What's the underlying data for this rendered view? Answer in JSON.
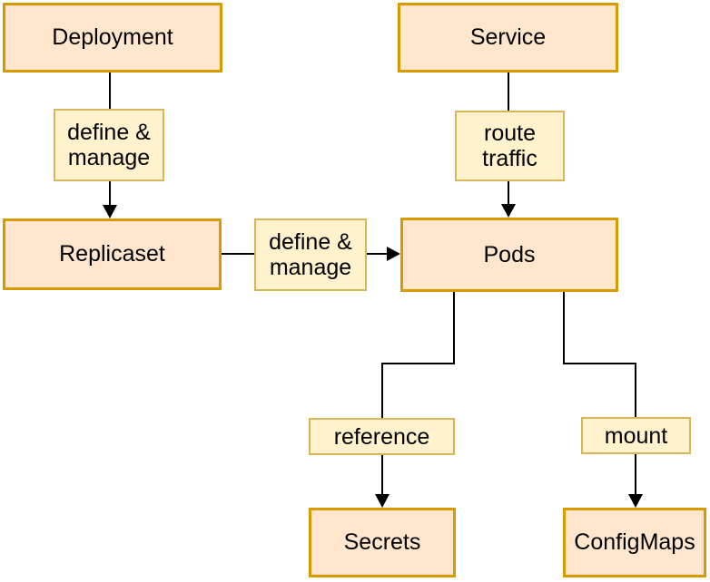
{
  "colors": {
    "node_fill": "#FFE6CC",
    "node_border": "#D79B00",
    "edge_label_fill": "#FFF2CC",
    "edge_label_border": "#D6B656",
    "connector": "#000000",
    "background": "#FFFFFF"
  },
  "nodes": {
    "deployment": {
      "label": "Deployment"
    },
    "service": {
      "label": "Service"
    },
    "replicaset": {
      "label": "Replicaset"
    },
    "pods": {
      "label": "Pods"
    },
    "secrets": {
      "label": "Secrets"
    },
    "configmaps": {
      "label": "ConfigMaps"
    }
  },
  "edge_labels": {
    "deployment_to_replicaset": {
      "text": "define &\nmanage"
    },
    "service_to_pods": {
      "text": "route\ntraffic"
    },
    "replicaset_to_pods": {
      "text": "define &\nmanage"
    },
    "pods_to_secrets": {
      "text": "reference"
    },
    "pods_to_configmaps": {
      "text": "mount"
    }
  },
  "edges": [
    {
      "from": "Deployment",
      "to": "Replicaset",
      "label": "define & manage",
      "direction": "down"
    },
    {
      "from": "Service",
      "to": "Pods",
      "label": "route traffic",
      "direction": "down"
    },
    {
      "from": "Replicaset",
      "to": "Pods",
      "label": "define & manage",
      "direction": "right"
    },
    {
      "from": "Pods",
      "to": "Secrets",
      "label": "reference",
      "direction": "down"
    },
    {
      "from": "Pods",
      "to": "ConfigMaps",
      "label": "mount",
      "direction": "down"
    }
  ]
}
